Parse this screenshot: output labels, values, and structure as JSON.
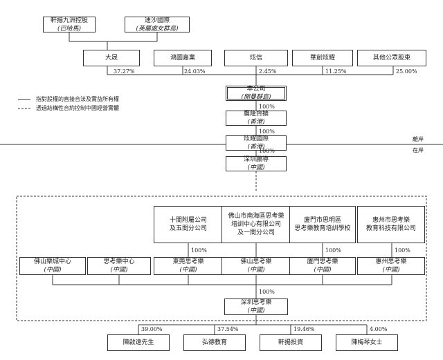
{
  "top_holders": [
    {
      "name": "軒揚九洲控股",
      "sub": "(巴哈馬)"
    },
    {
      "name": "迪沙國際",
      "sub": "(英屬處女群島)"
    }
  ],
  "shareholders": [
    {
      "name": "大晟",
      "pct": "37.27%"
    },
    {
      "name": "鴻圖嘉業",
      "pct": "24.03%"
    },
    {
      "name": "炫信",
      "pct": "2.45%"
    },
    {
      "name": "華創炫耀",
      "pct": "11.25%"
    },
    {
      "name": "其他公眾股東",
      "pct": "25.00%"
    }
  ],
  "legend": {
    "solid": "指對股權的直接合法及實益所有權",
    "dashed": "透過結構性合約控制中國經營實體"
  },
  "company": {
    "name": "本公司",
    "sub": "(開曼群島)"
  },
  "hk1": {
    "name": "鷹隆齊擴",
    "sub": "(香港)",
    "pct": "100%"
  },
  "hk2": {
    "name": "炫耀國際",
    "sub": "(香港)",
    "pct": "100%"
  },
  "offshore_label": "離岸",
  "onshore_label": "在岸",
  "wfoe": {
    "name": "深圳鵬導",
    "sub": "(中國)",
    "pct": "100%"
  },
  "branches": [
    {
      "l1": "十間附屬公司",
      "l2": "及五間分公司",
      "l3": "",
      "pct": "100%"
    },
    {
      "l1": "佛山市南海區思考樂",
      "l2": "培訓中心有限公司",
      "l3": "及一間分公司",
      "pct": ""
    },
    {
      "l1": "廈門市思明區",
      "l2": "思考樂教育培訓學校",
      "l3": "",
      "pct": "100%"
    },
    {
      "l1": "惠州市思考樂",
      "l2": "教育科技有限公司",
      "l3": "",
      "pct": "100%"
    }
  ],
  "subsidiaries": [
    {
      "name": "佛山樂城中心",
      "sub": "(中國)"
    },
    {
      "name": "思考樂中心",
      "sub": "(中國)"
    },
    {
      "name": "東莞思考樂",
      "sub": "(中國)"
    },
    {
      "name": "佛山思考樂",
      "sub": "(中國)"
    },
    {
      "name": "廈門思考樂",
      "sub": "(中國)"
    },
    {
      "name": "惠州思考樂",
      "sub": "(中國)"
    }
  ],
  "opco": {
    "name": "深圳思考樂",
    "sub": "(中國)",
    "pct": "100%"
  },
  "opco_holders": [
    {
      "name": "陳啟遠先生",
      "pct": "39.00%"
    },
    {
      "name": "弘德教育",
      "pct": "37.54%"
    },
    {
      "name": "軒揚投資",
      "pct": "19.46%"
    },
    {
      "name": "陳梅琴女士",
      "pct": "4.00%"
    }
  ]
}
